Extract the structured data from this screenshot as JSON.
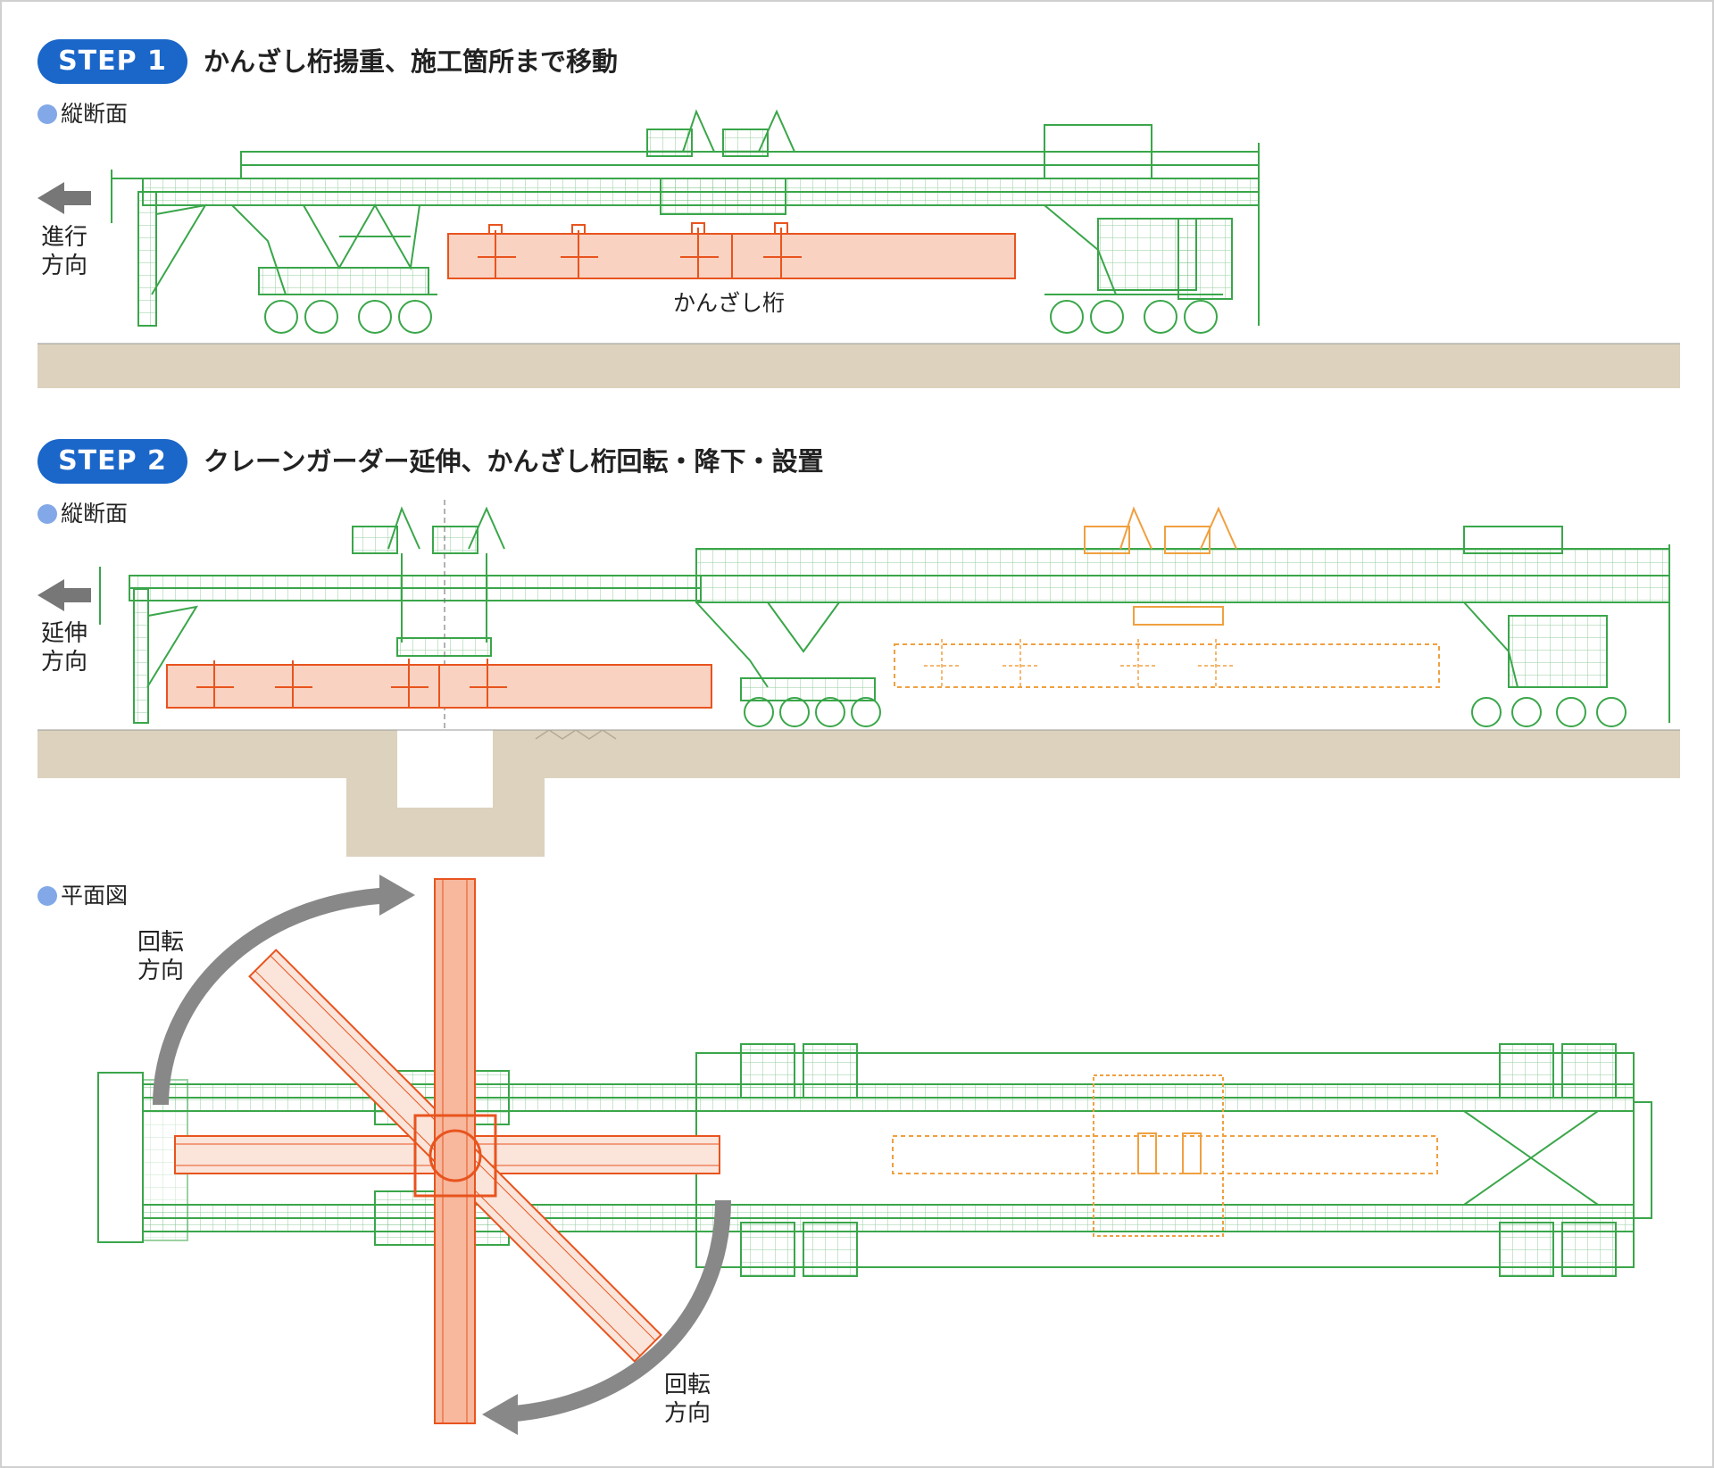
{
  "step1": {
    "badge": "STEP 1",
    "title": "かんざし桁揚重、施工箇所まで移動",
    "section_label": "縦断面",
    "direction_line1": "進行",
    "direction_line2": "方向",
    "girder_label": "かんざし桁"
  },
  "step2": {
    "badge": "STEP 2",
    "title": "クレーンガーダー延伸、かんざし桁回転・降下・設置",
    "section_label": "縦断面",
    "direction_line1": "延伸",
    "direction_line2": "方向"
  },
  "plan": {
    "section_label": "平面図",
    "rotation_line1": "回転",
    "rotation_line2": "方向"
  },
  "colors": {
    "badge_blue": "#1a66c9",
    "dot_blue": "#82a8e8",
    "crane_green": "#3aa64a",
    "girder_orange": "#e8541e",
    "girder_fill": "#f9d2c2",
    "ghost_orange": "#f0a040",
    "ground": "#dcd2bd",
    "arrow_gray": "#888888"
  },
  "icons": [
    "left-arrow-icon",
    "curved-arrow-icon",
    "bullet-dot-icon"
  ]
}
